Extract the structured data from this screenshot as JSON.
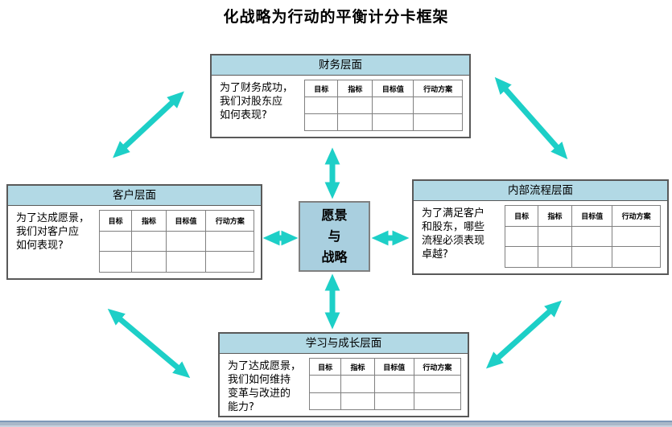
{
  "title": "化战略为行动的平衡计分卡框架",
  "center_box": {
    "label": "愿景\n与\n战略"
  },
  "table_headers": [
    "目标",
    "指标",
    "目标值",
    "行动方案"
  ],
  "perspectives": [
    {
      "header": "财务层面",
      "question": "为了财务成功，\n我们对股东应\n如何表现?"
    },
    {
      "header": "客户层面",
      "question": "为了达成愿景，\n我们对客户应\n如何表现?"
    },
    {
      "header": "内部流程层面",
      "question": "为了满足客户\n和股东，哪些\n流程必须表现\n卓越?"
    },
    {
      "header": "学习与成长层面",
      "question": "为了达成愿景，\n我们如何维持\n变革与改进的\n能力?"
    }
  ],
  "colors": {
    "accent": "#1dcfc7",
    "header-bg": "#b2d9e5",
    "center-bg": "#a9cfdf",
    "box-border": "#595959",
    "grid-border": "#808080",
    "footer-top": "#7e98b8",
    "footer-mid": "#a9b8c9",
    "footer-bottom": "#c8d2de"
  }
}
